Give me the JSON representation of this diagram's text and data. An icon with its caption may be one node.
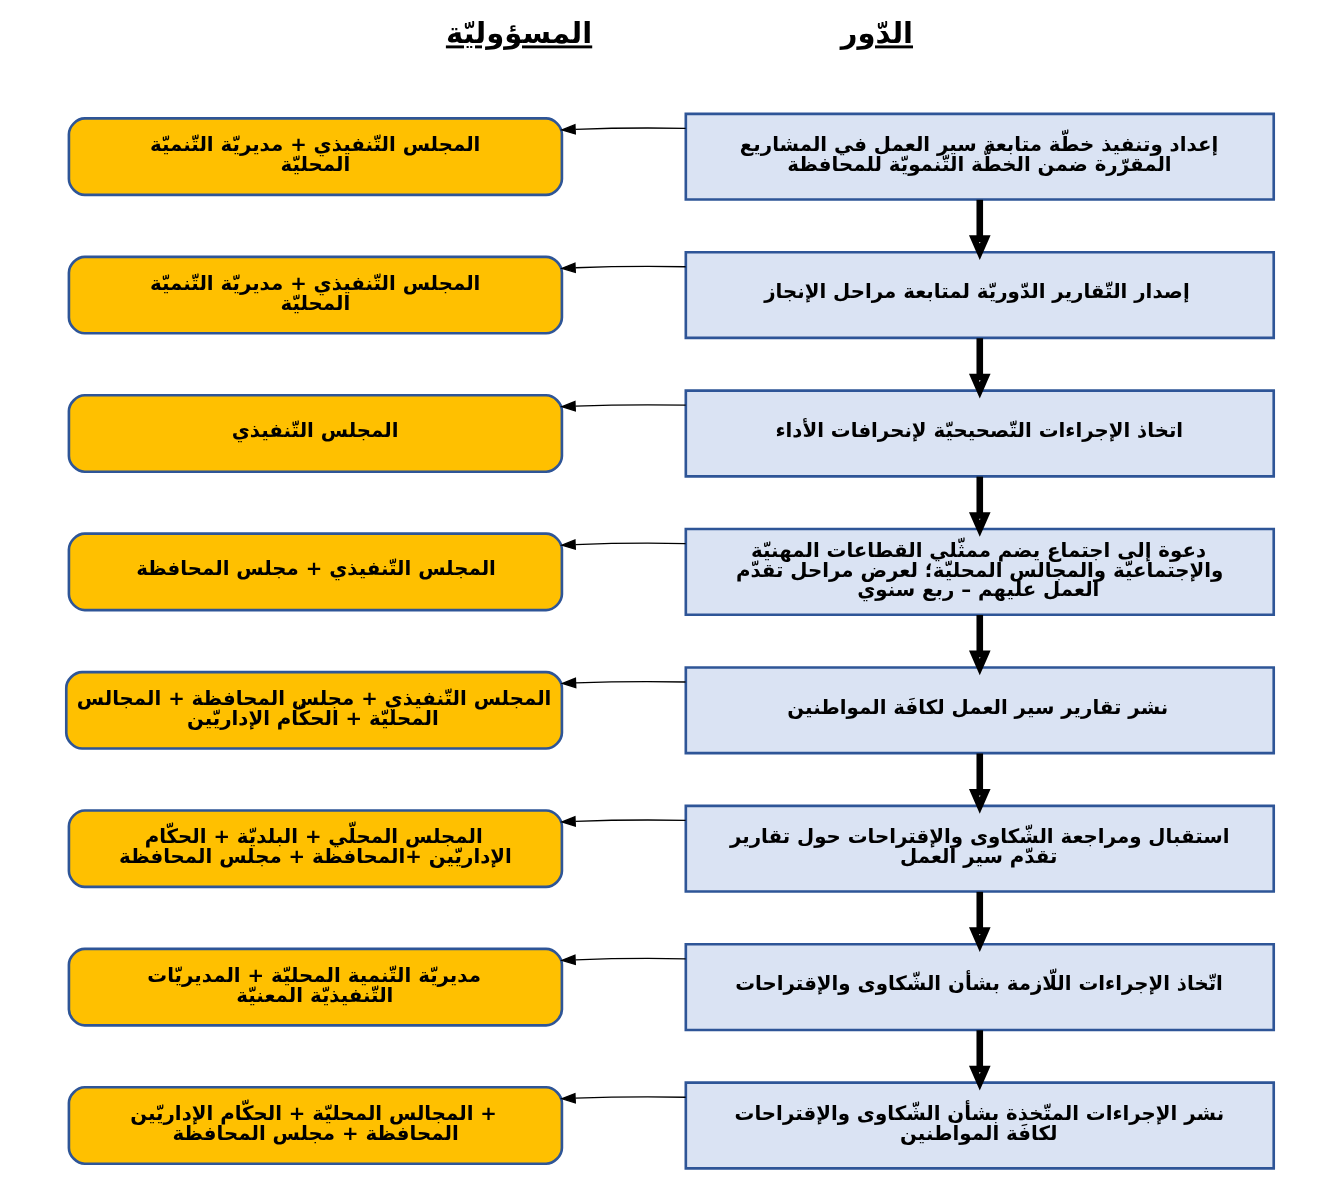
{
  "diagram": {
    "nodes": [
      {
        "text": [
          "إعداد وتنفيذ خطّة متابعة سير العمل في المشاريع المقرّرة ضمن الخطّة التّنمويّة للمحافظة"
        ]
      },
      {
        "text": [
          "المجلس التّنفيذي + مديريّة التّنميّة المحليّة"
        ]
      },
      {
        "text": [
          "إصدار التّقارير الدّوريّة لمتابعة مراحل الإنجاز"
        ]
      },
      {
        "text": [
          "المجلس التّنفيذي + مديريّة التّنميّة المحليّة"
        ]
      },
      {
        "text": [
          "اتخاذ الإجراءات التّصحيحيّة لإنحرافات الأداء"
        ]
      },
      {
        "text": [
          "المجلس التّنفيذي"
        ]
      },
      {
        "text": [
          "دعوة إلى اجتماع يضم ممثّلي القطاعات المهنيّة والإجتماعيّة والمجالس المحليّة؛ لعرض مراحل تقدّم العمل عليهم – ربع سنوي"
        ]
      },
      {
        "text": [
          "المجلس التّنفيذي + مجلس المحافظة"
        ]
      },
      {
        "text": [
          "نشر تقارير سير العمل لكافَة المواطنين"
        ]
      },
      {
        "text": [
          "المجلس التّنفيذي + مجلس المحافظة + المجالس المحليّة + الحكّام الإداريّين"
        ]
      },
      {
        "text": [
          "استقبال ومراجعة الشّكاوى والإقتراحات حول تقارير تقدّم سير العمل"
        ]
      },
      {
        "text": [
          "المجلس المحلّي + البلديّة + الحكّام الإداريّين +المحافظة + مجلس المحافظة"
        ]
      },
      {
        "text": [
          "اتّخاذ الإجراءات اللّازمة بشأن الشّكاوى والإقتراحات"
        ]
      },
      {
        "text": [
          "مديريّة التّنمية المحليّة + المديريّات التّنفيذيّة المعنيّة"
        ]
      },
      {
        "text": [
          "نشر الإجراءات المتّخذة بشأن الشّكاوى والإقتراحات لكافَة المواطنين"
        ]
      },
      {
        "text": [
          "المجالس المحليّة + الحكّام الإداريّين + المحافظة + مجلس المحافظة"
        ]
      }
    ],
    "edges": [
      {
        "from": 0,
        "to": 1,
        "arrow": "to"
      },
      {
        "from": 0,
        "to": 2,
        "arrow": "to",
        "style": "thick"
      },
      {
        "from": 2,
        "to": 3,
        "arrow": "to"
      },
      {
        "from": 2,
        "to": 4,
        "arrow": "to",
        "style": "thick"
      },
      {
        "from": 4,
        "to": 5,
        "arrow": "to"
      },
      {
        "from": 4,
        "to": 6,
        "arrow": "to",
        "style": "thick"
      },
      {
        "from": 6,
        "to": 7,
        "arrow": "to"
      },
      {
        "from": 6,
        "to": 8,
        "arrow": "to",
        "style": "thick"
      },
      {
        "from": 8,
        "to": 9,
        "arrow": "to"
      },
      {
        "from": 8,
        "to": 10,
        "arrow": "to",
        "style": "thick"
      },
      {
        "from": 10,
        "to": 11,
        "arrow": "to"
      },
      {
        "from": 10,
        "to": 12,
        "arrow": "to",
        "style": "thick"
      },
      {
        "from": 12,
        "to": 13,
        "arrow": "to"
      },
      {
        "from": 12,
        "to": 14,
        "arrow": "to",
        "style": "thick"
      },
      {
        "from": 14,
        "to": 15,
        "arrow": "to"
      }
    ],
    "labels": [
      "الدّور",
      "المسؤوليّة"
    ]
  }
}
